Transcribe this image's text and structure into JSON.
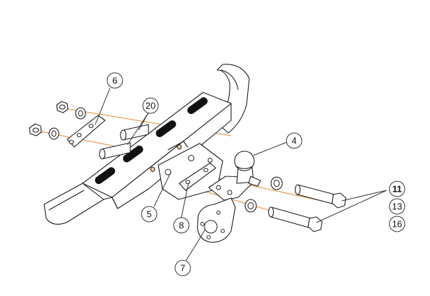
{
  "callouts": {
    "c4": "4",
    "c5": "5",
    "c6": "6",
    "c7": "7",
    "c8": "8",
    "c11": "11",
    "c13": "13",
    "c16": "16",
    "c20": "20"
  },
  "colors": {
    "line": "#1a1a1a",
    "axis": "#e0a050",
    "hole_fill": "#f3d39b"
  }
}
